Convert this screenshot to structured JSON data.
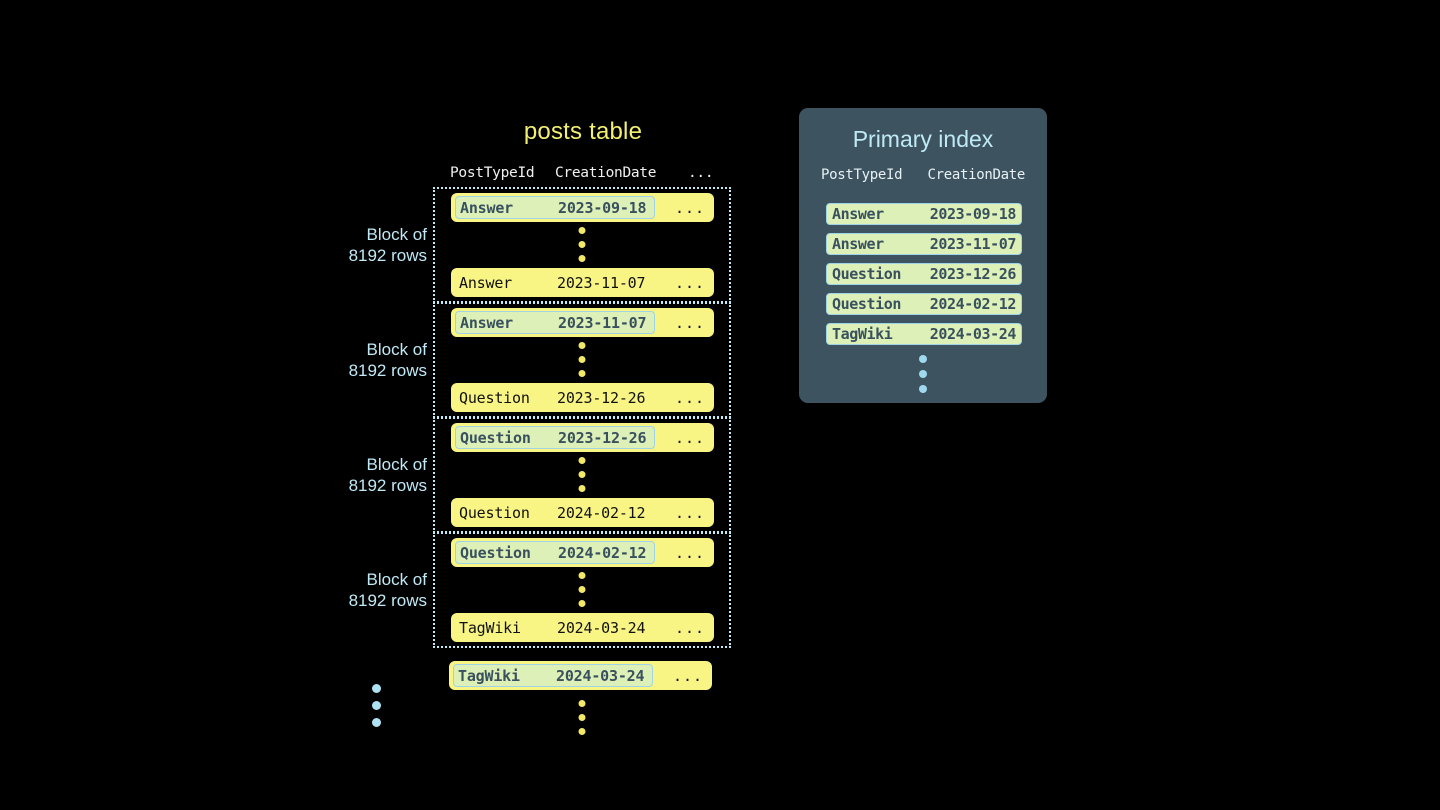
{
  "posts_table": {
    "title": "posts table",
    "columns": {
      "type": "PostTypeId",
      "date": "CreationDate",
      "more": "..."
    },
    "block_label": "Block of\n8192 rows",
    "row_more": "...",
    "blocks": [
      {
        "label": "Block of\n8192 rows",
        "first_row": {
          "type": "Answer",
          "date": "2023-09-18",
          "more": "...",
          "highlighted": true
        },
        "last_row": {
          "type": "Answer",
          "date": "2023-11-07",
          "more": "...",
          "highlighted": false
        }
      },
      {
        "label": "Block of\n8192 rows",
        "first_row": {
          "type": "Answer",
          "date": "2023-11-07",
          "more": "...",
          "highlighted": true
        },
        "last_row": {
          "type": "Question",
          "date": "2023-12-26",
          "more": "...",
          "highlighted": false
        }
      },
      {
        "label": "Block of\n8192 rows",
        "first_row": {
          "type": "Question",
          "date": "2023-12-26",
          "more": "...",
          "highlighted": true
        },
        "last_row": {
          "type": "Question",
          "date": "2024-02-12",
          "more": "...",
          "highlighted": false
        }
      },
      {
        "label": "Block of\n8192 rows",
        "first_row": {
          "type": "Question",
          "date": "2024-02-12",
          "more": "...",
          "highlighted": true
        },
        "last_row": {
          "type": "TagWiki",
          "date": "2024-03-24",
          "more": "...",
          "highlighted": false
        }
      }
    ],
    "trailing_row": {
      "type": "TagWiki",
      "date": "2024-03-24",
      "more": "...",
      "highlighted": true
    }
  },
  "primary_index": {
    "title": "Primary index",
    "columns": {
      "type": "PostTypeId",
      "date": "CreationDate"
    },
    "rows": [
      {
        "type": "Answer",
        "date": "2023-09-18"
      },
      {
        "type": "Answer",
        "date": "2023-11-07"
      },
      {
        "type": "Question",
        "date": "2023-12-26"
      },
      {
        "type": "Question",
        "date": "2024-02-12"
      },
      {
        "type": "TagWiki",
        "date": "2024-03-24"
      }
    ]
  },
  "colors": {
    "background": "#000000",
    "row_yellow": "#f9f584",
    "highlight_green": "#ddf0b8",
    "highlight_border": "#9fd4e6",
    "accent_blue": "#bfe9f5",
    "title_yellow": "#f2ef73",
    "panel_slate": "#3d5360",
    "dot_yellow": "#f2e86a"
  }
}
